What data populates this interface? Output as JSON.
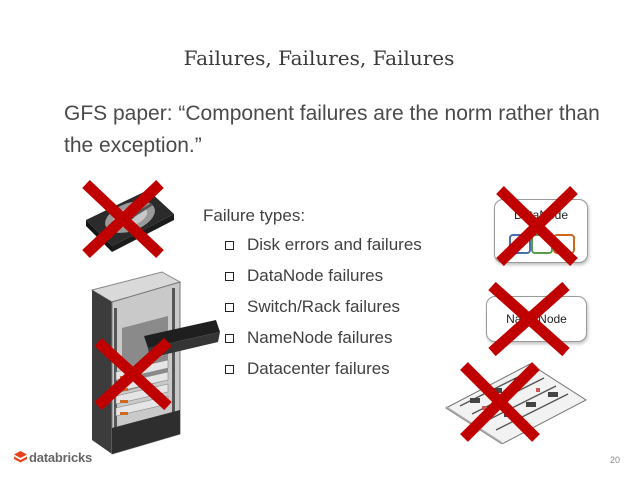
{
  "slide": {
    "title": "Failures, Failures, Failures",
    "quote": "GFS paper: “Component failures are the norm rather than the exception.”",
    "failure_types_heading": "Failure types:",
    "failure_types": [
      "Disk errors and failures",
      "DataNode failures",
      "Switch/Rack failures",
      "NameNode failures",
      "Datacenter failures"
    ],
    "datanode_label": "DataNode",
    "namenode_label": "NameNode",
    "page_number": "20"
  },
  "footer": {
    "brand": "databricks"
  },
  "colors": {
    "cross": "#c00000",
    "brand": "#e8421b",
    "text": "#404040"
  },
  "icons": [
    "hard-disk-image",
    "server-rack-image",
    "datacenter-floorplan-image",
    "red-x-icon",
    "checkbox-bullet-icon",
    "databricks-logo-icon"
  ]
}
